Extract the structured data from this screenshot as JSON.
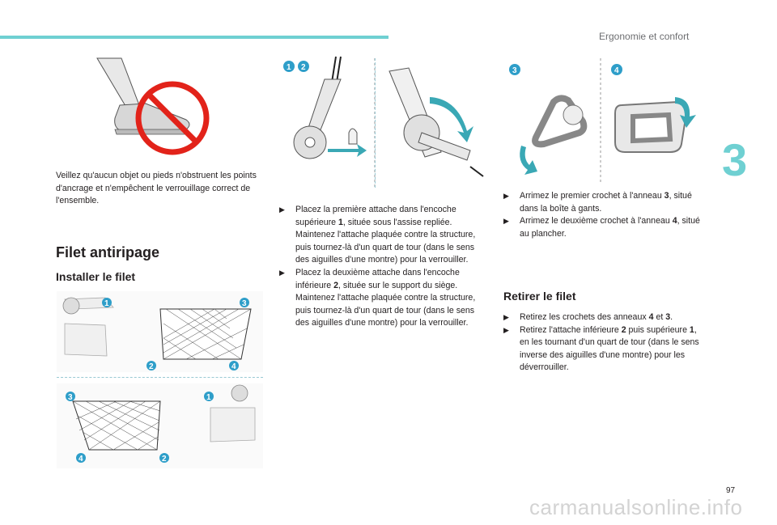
{
  "header": {
    "section_title": "Ergonomie et confort",
    "chapter_number": "3"
  },
  "intro": {
    "text": "Veillez qu'aucun objet ou pieds n'obstruent les points d'ancrage et n'empêchent le verrouillage correct de l'ensemble."
  },
  "headings": {
    "main": "Filet antiripage",
    "install": "Installer le filet",
    "remove": "Retirer le filet"
  },
  "col2": {
    "bullet_mark": "",
    "b1_a": "Placez la première attache dans l'encoche supérieure ",
    "b1_n": "1",
    "b1_b": ", située sous l'assise repliée. Maintenez l'attache plaquée contre la structure, puis tournez-là d'un quart de tour (dans le sens des aiguilles d'une montre) pour la verrouiller.",
    "b2_a": "Placez la deuxième attache dans l'encoche inférieure ",
    "b2_n": "2",
    "b2_b": ", située sur le support du siège. Maintenez l'attache plaquée contre la structure, puis tournez-là d'un quart de tour (dans le sens des aiguilles d'une montre) pour la verrouiller."
  },
  "col3": {
    "b1_a": "Arrimez le premier crochet à l'anneau ",
    "b1_n": "3",
    "b1_b": ", situé dans la boîte à gants.",
    "b2_a": "Arrimez le deuxième crochet à l'anneau ",
    "b2_n": "4",
    "b2_b": ", situé au plancher."
  },
  "remove": {
    "b1_a": "Retirez les crochets des anneaux ",
    "b1_n1": "4",
    "b1_mid": " et ",
    "b1_n2": "3",
    "b1_b": ".",
    "b2_a": "Retirez l'attache inférieure ",
    "b2_n": "2",
    "b2_b": " puis supérieure ",
    "b2_n2": "1",
    "b2_c": ", en les tournant d'un quart de tour (dans le sens inverse des aiguilles d'une montre) pour les déverrouiller."
  },
  "badges": {
    "one": "1",
    "two": "2",
    "three": "3",
    "four": "4"
  },
  "page_number": "97",
  "watermark": "carmanualsonline.info",
  "colors": {
    "accent": "#6fd0d2",
    "badge": "#2e9ec9",
    "prohibit": "#e2231a",
    "arrow": "#3aa8b5"
  }
}
